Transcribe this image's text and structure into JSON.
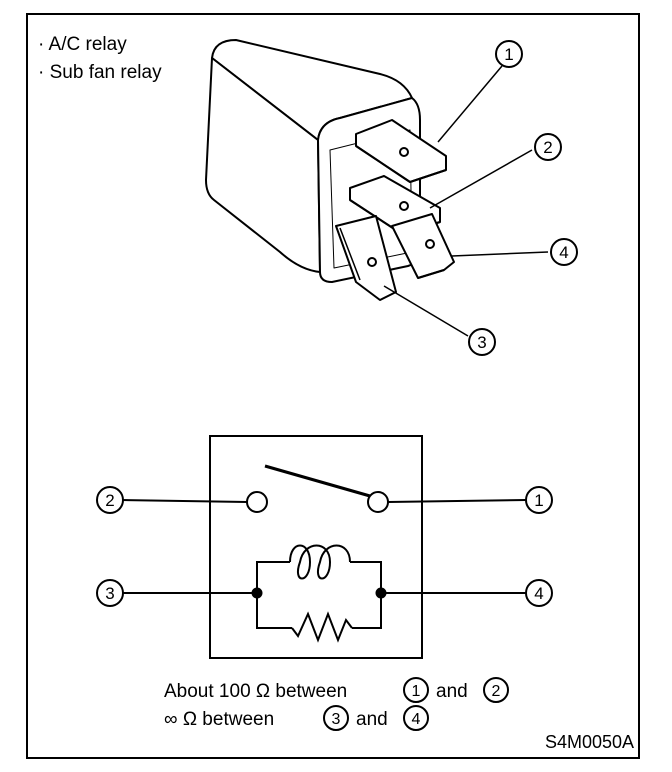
{
  "labels": {
    "line1": "· A/C relay",
    "line2": "· Sub fan relay"
  },
  "terminals": {
    "t1": "1",
    "t2": "2",
    "t3": "3",
    "t4": "4"
  },
  "note": {
    "line1_prefix": "About 100 Ω between",
    "line1_and": "and",
    "line2_prefix": "∞ Ω between",
    "line2_and": "and"
  },
  "figure_code": "S4M0050A",
  "colors": {
    "ink": "#000000",
    "paper": "#ffffff"
  }
}
